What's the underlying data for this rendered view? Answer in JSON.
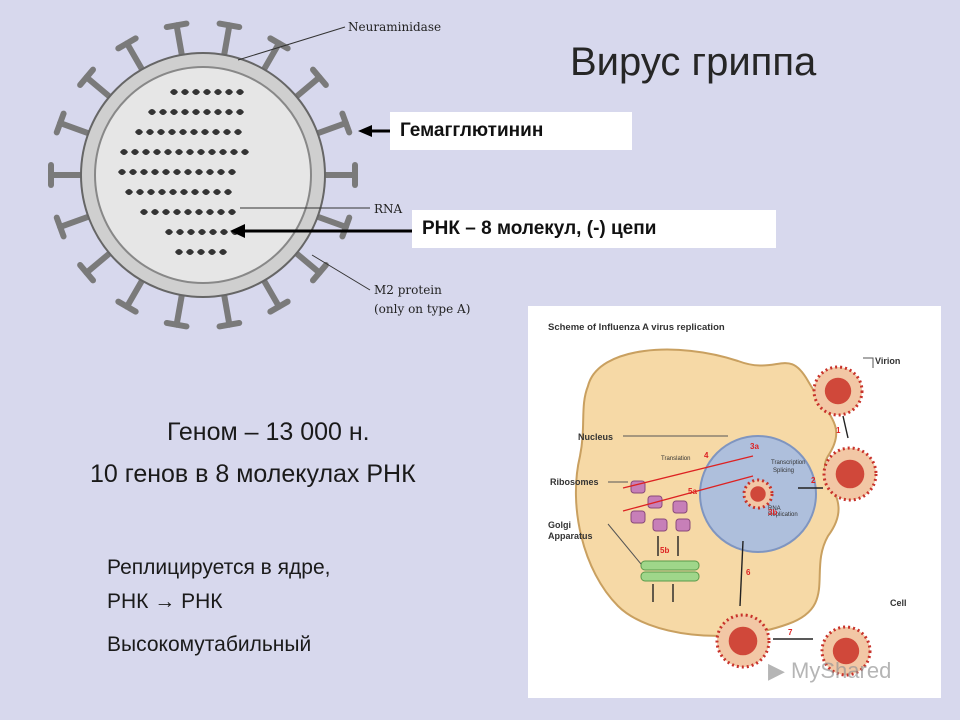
{
  "slide": {
    "title": "Вирус гриппа",
    "callouts": {
      "hemagglutinin": "Гемагглютинин",
      "rna": "РНК – 8 молекул, (-) цепи"
    },
    "genome_text": "Геном – 13 000 н.",
    "genes_text": "10 генов в 8 молекулах РНК",
    "replication_text": "Реплицируется в ядре,",
    "rna_to_rna_text": "РНК → РНК",
    "mutability_text": "Высокомутабильный"
  },
  "virion_diagram": {
    "labels": {
      "neuraminidase": "Neuraminidase",
      "rna": "RNA",
      "m2_line1": "M2 protein",
      "m2_line2": "(only on type A)"
    }
  },
  "replication_scheme": {
    "title": "Scheme of Influenza A virus replication",
    "labels": {
      "virion": "Virion",
      "nucleus": "Nucleus",
      "ribosomes": "Ribosomes",
      "golgi_line1": "Golgi",
      "golgi_line2": "Apparatus",
      "cell": "Cell",
      "translation": "Translation",
      "transcription": "Transcription",
      "splicing": "Splicing",
      "rna_replication": "RNA Replication"
    },
    "steps": [
      "1",
      "2",
      "3a",
      "3b",
      "4",
      "5a",
      "5b",
      "6",
      "7"
    ]
  },
  "watermark": "MyShared",
  "colors": {
    "background": "#d7d8ed",
    "virion_fill": "#d9d9d9",
    "cell_fill": "#f6d9a6",
    "nucleus_fill": "#aebfdc",
    "virus_red": "#c8322a"
  }
}
